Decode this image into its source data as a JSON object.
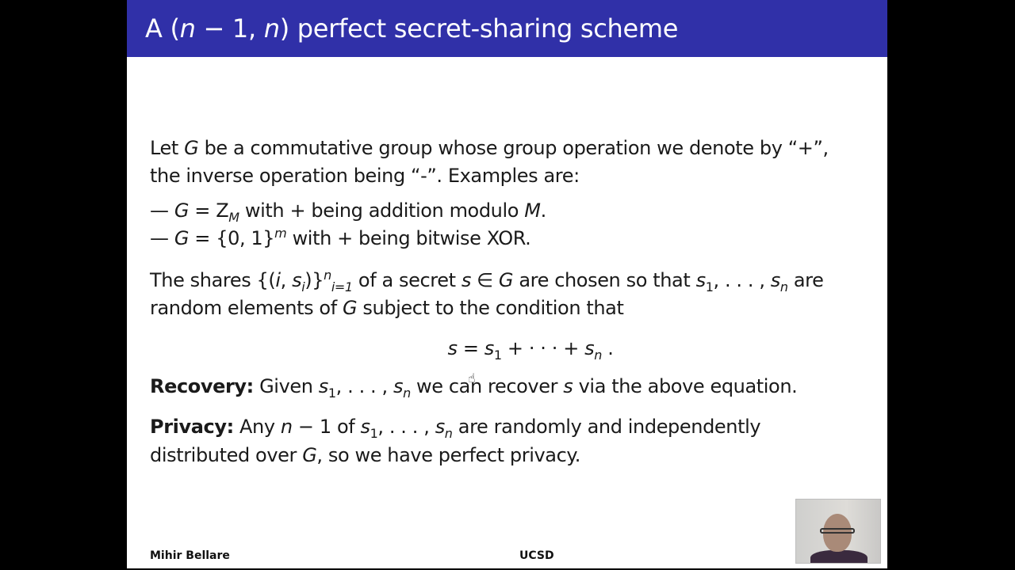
{
  "slide": {
    "title": "A (n − 1, n) perfect secret-sharing scheme",
    "title_parts": {
      "a": "A (",
      "n1": "n",
      "minus": " − 1, ",
      "n2": "n",
      "rest": ") perfect secret-sharing scheme"
    },
    "colors": {
      "title_bar": "#3030a8",
      "title_text": "#ffffff",
      "background": "#ffffff",
      "frame": "#000000"
    },
    "paragraph1": {
      "line1": {
        "a": "Let ",
        "G": "G",
        "b": " be a commutative group whose group operation we denote by “+”,"
      },
      "line2": "the inverse operation being “-”. Examples are:"
    },
    "examples": [
      {
        "dash": "— ",
        "G": "G",
        "eq": " = Z",
        "sub": "M",
        "text": " with + being addition modulo ",
        "M": "M",
        "end": "."
      },
      {
        "dash": "— ",
        "G": "G",
        "eq": " = {0, 1}",
        "sup": "m",
        "text": " with + being bitwise XOR."
      }
    ],
    "paragraph2": {
      "line1": {
        "a": "The shares {(",
        "i": "i",
        "comma": ", ",
        "s": "s",
        "si_sub": "i",
        "close": ")}",
        "sup": "n",
        "sub": "i=1",
        "b": " of a secret ",
        "s2": "s",
        "in": " ∈ ",
        "G": "G",
        "c": " are chosen so that ",
        "s1": "s",
        "s1_sub": "1",
        "dots": ", . . . , ",
        "sn": "s",
        "sn_sub": "n",
        "d": " are"
      },
      "line2": {
        "a": "random elements of ",
        "G": "G",
        "b": " subject to the condition that"
      }
    },
    "equation": {
      "s": "s",
      "eq": " = ",
      "s1": "s",
      "s1_sub": "1",
      "mid": " + · · · + ",
      "sn": "s",
      "sn_sub": "n",
      "end": " ."
    },
    "recovery": {
      "label": "Recovery:",
      "a": " Given ",
      "s1": "s",
      "s1_sub": "1",
      "dots": ", . . . , ",
      "sn": "s",
      "sn_sub": "n",
      "b": " we can recover ",
      "s": "s",
      "c": " via the above equation."
    },
    "privacy": {
      "label": "Privacy:",
      "a": " Any ",
      "n": "n",
      "b": " − 1 of ",
      "s1": "s",
      "s1_sub": "1",
      "dots": ", . . . , ",
      "sn": "s",
      "sn_sub": "n",
      "c": " are randomly and independently",
      "line2": {
        "a": "distributed over ",
        "G": "G",
        "b": ", so we have perfect privacy."
      }
    },
    "footer": {
      "author": "Mihir Bellare",
      "institution": "UCSD"
    },
    "cursor_icon": "☝"
  }
}
